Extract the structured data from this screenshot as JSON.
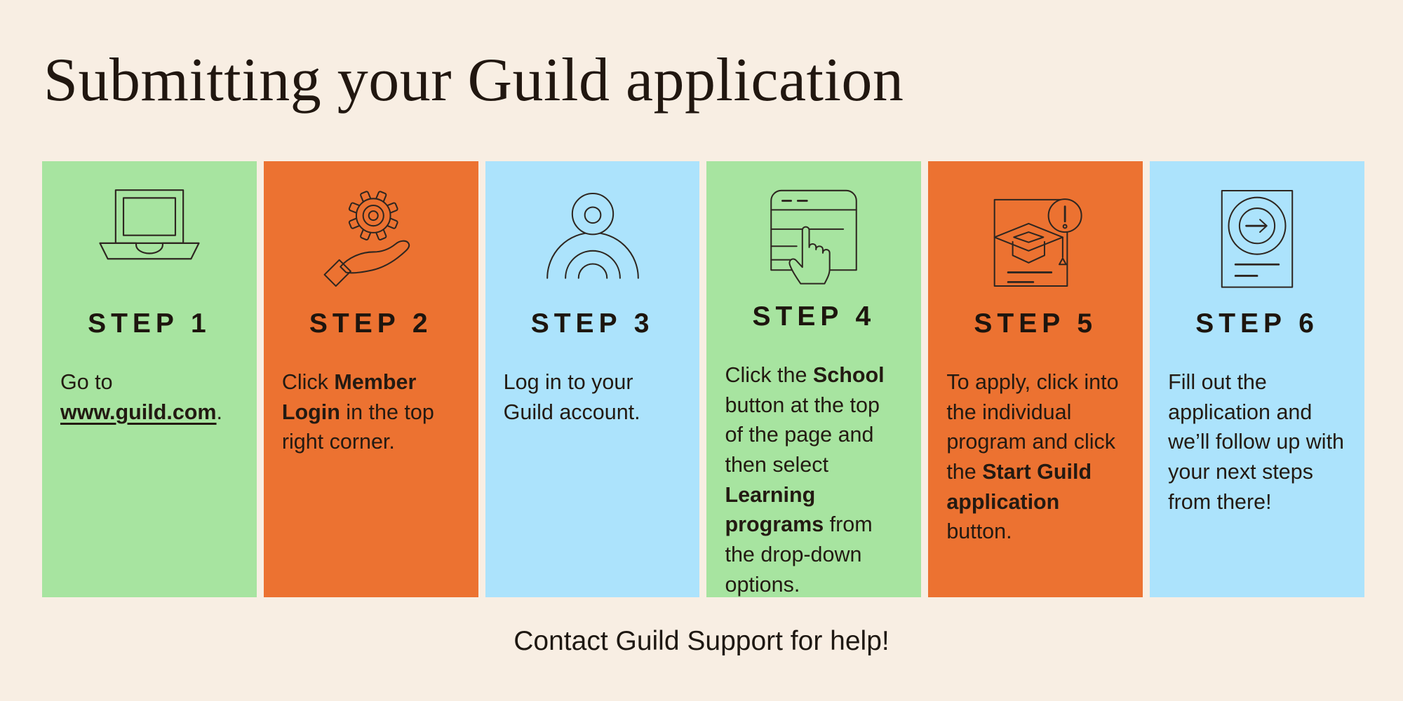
{
  "title": "Submitting your Guild application",
  "footer": "Contact Guild Support for help!",
  "colors": {
    "background": "#f8eee3",
    "green": "#a7e4a0",
    "orange": "#ec7231",
    "blue": "#ace3fc",
    "ink": "#2e2620",
    "text": "#231a12"
  },
  "cards": [
    {
      "heading": "STEP 1",
      "color": "green",
      "icon": "laptop-icon",
      "body": [
        {
          "t": "Go to "
        },
        {
          "t": "www.guild.com",
          "b": true,
          "u": true
        },
        {
          "t": "."
        }
      ]
    },
    {
      "heading": "STEP 2",
      "color": "orange",
      "icon": "hand-gear-icon",
      "body": [
        {
          "t": "Click "
        },
        {
          "t": "Member Login",
          "b": true
        },
        {
          "t": " in the top right corner."
        }
      ]
    },
    {
      "heading": "STEP 3",
      "color": "blue",
      "icon": "person-icon",
      "body": [
        {
          "t": "Log in to your Guild account."
        }
      ]
    },
    {
      "heading": "STEP 4",
      "color": "green",
      "icon": "browser-click-icon",
      "body": [
        {
          "t": "Click the "
        },
        {
          "t": "School",
          "b": true
        },
        {
          "t": " button at the top of the page and then select "
        },
        {
          "t": "Learning programs",
          "b": true
        },
        {
          "t": " from the drop-down options."
        }
      ]
    },
    {
      "heading": "STEP 5",
      "color": "orange",
      "icon": "program-alert-icon",
      "body": [
        {
          "t": "To apply, click into the individual program and click the "
        },
        {
          "t": "Start Guild application",
          "b": true
        },
        {
          "t": " button."
        }
      ]
    },
    {
      "heading": "STEP 6",
      "color": "blue",
      "icon": "application-submit-icon",
      "body": [
        {
          "t": "Fill out the application and we’ll follow up with your next steps from there!"
        }
      ]
    }
  ]
}
